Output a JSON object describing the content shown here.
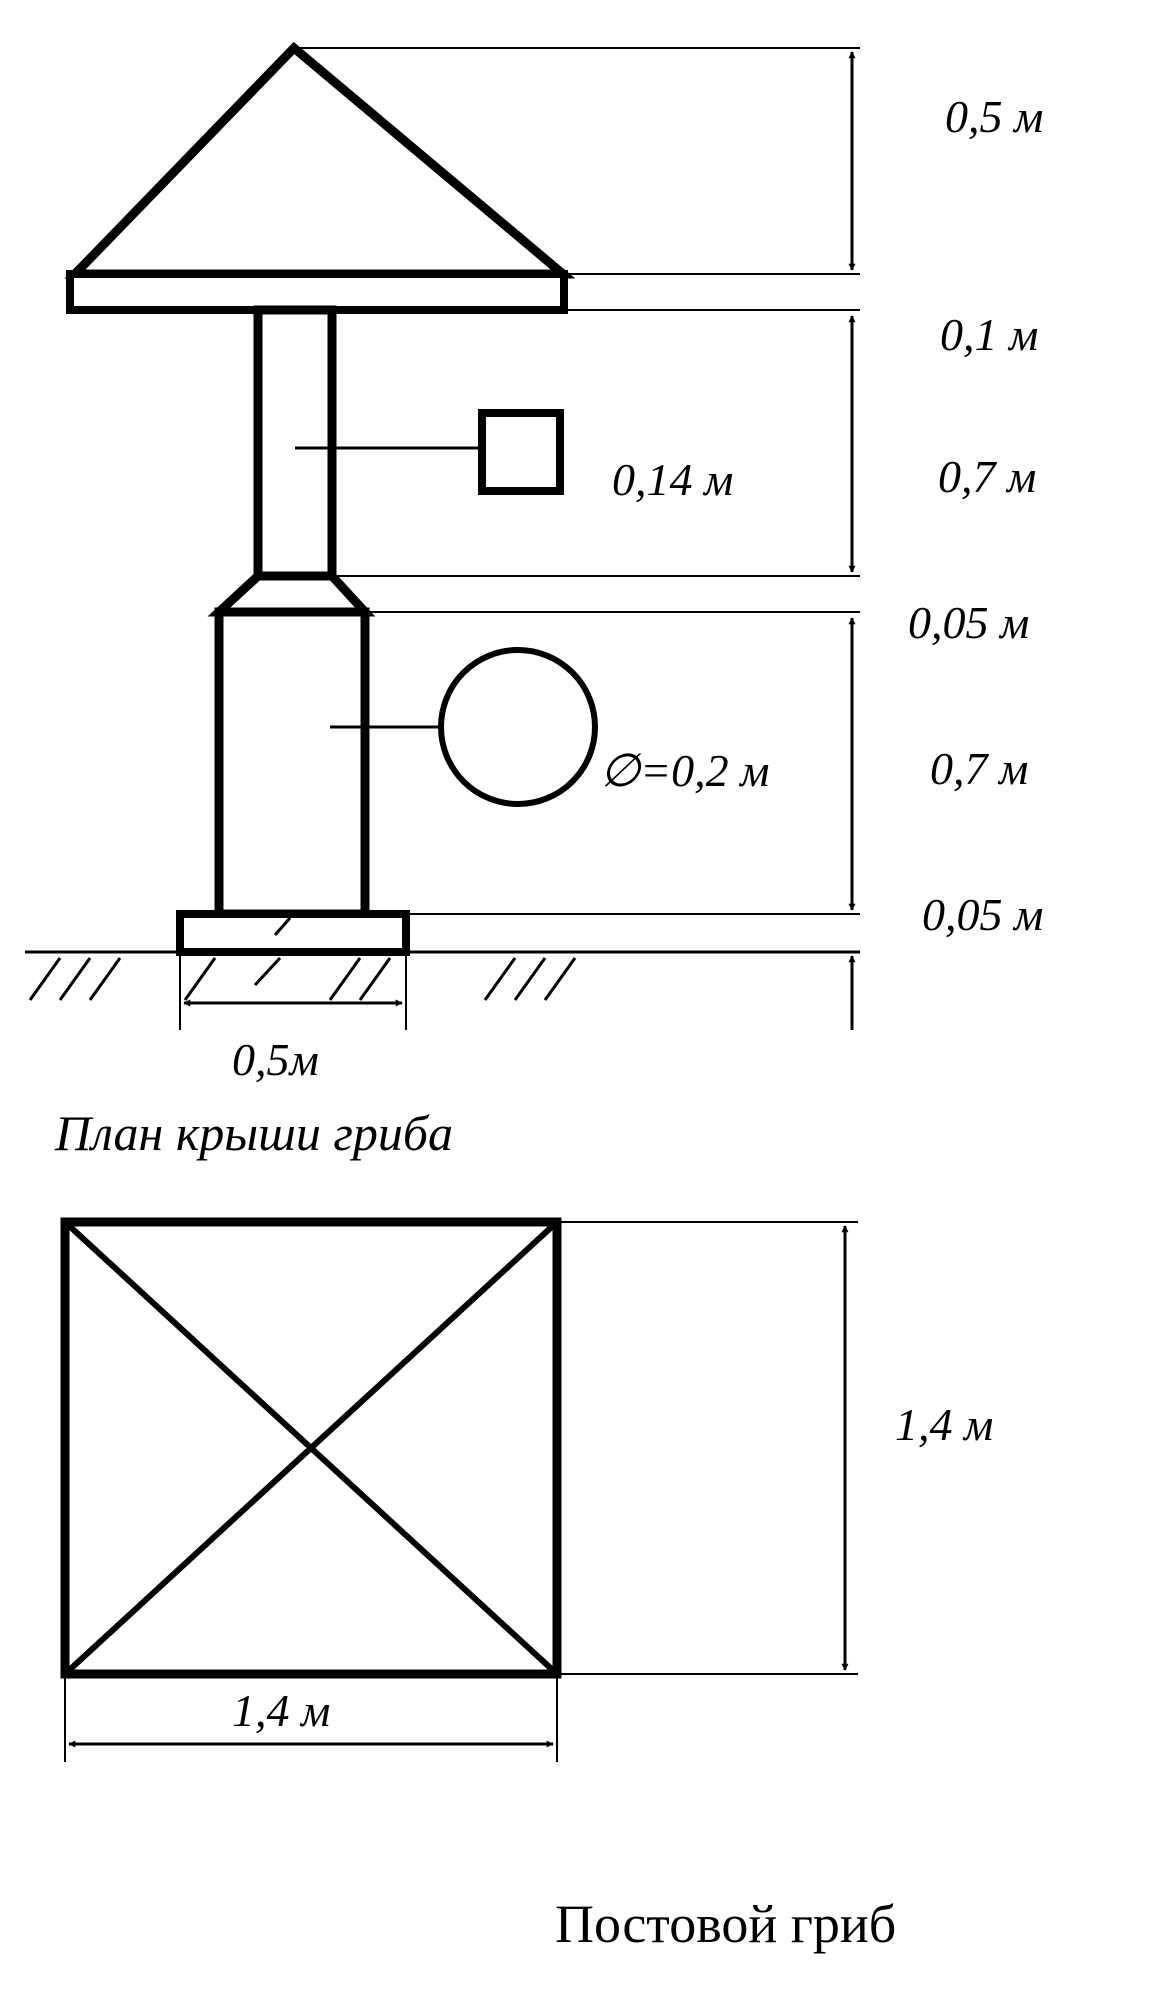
{
  "elevation": {
    "heights": {
      "roof": "0,5 м",
      "roof_slab": "0,1 м",
      "upper_post": "0,7 м",
      "transition": "0,05 м",
      "lower_post": "0,7 м",
      "footing": "0,05 м"
    },
    "upper_post_section": "0,14 м",
    "lower_post_section": "∅=0,2 м",
    "footing_width": "0,5м"
  },
  "plan": {
    "title": "План крыши гриба",
    "height": "1,4 м",
    "width": "1,4 м"
  },
  "caption": "Постовой гриб"
}
